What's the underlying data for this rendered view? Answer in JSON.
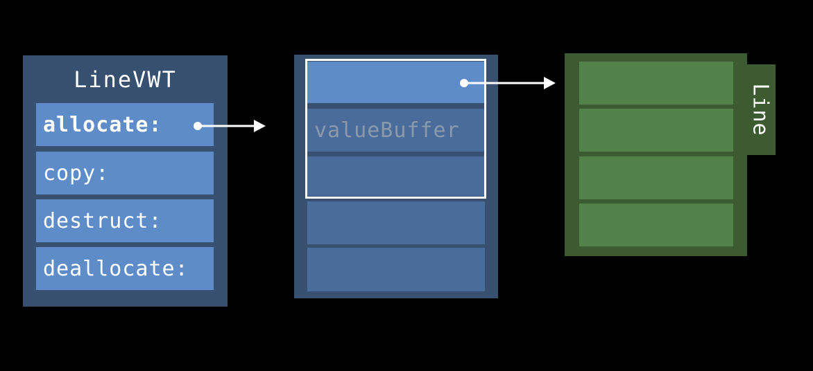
{
  "colors": {
    "background": "#000000",
    "container_blue": "#37506f",
    "slot_blue": "#5e8cc8",
    "buffer_slot_blue": "#4a6c9a",
    "muted_text": "#8b99ac",
    "container_green": "#3d5b30",
    "slot_green": "#52814a",
    "arrow_white": "#ffffff",
    "label_white": "#ffffff"
  },
  "vwt": {
    "title": "LineVWT",
    "slots": [
      {
        "label": "allocate:",
        "emphasis": true
      },
      {
        "label": "copy:",
        "emphasis": false
      },
      {
        "label": "destruct:",
        "emphasis": false
      },
      {
        "label": "deallocate:",
        "emphasis": false
      }
    ]
  },
  "buffer": {
    "slots": [
      {
        "label": ""
      },
      {
        "label": "valueBuffer"
      },
      {
        "label": ""
      },
      {
        "label": ""
      },
      {
        "label": ""
      }
    ]
  },
  "line": {
    "tab_label": "Line",
    "slot_count": 4
  }
}
